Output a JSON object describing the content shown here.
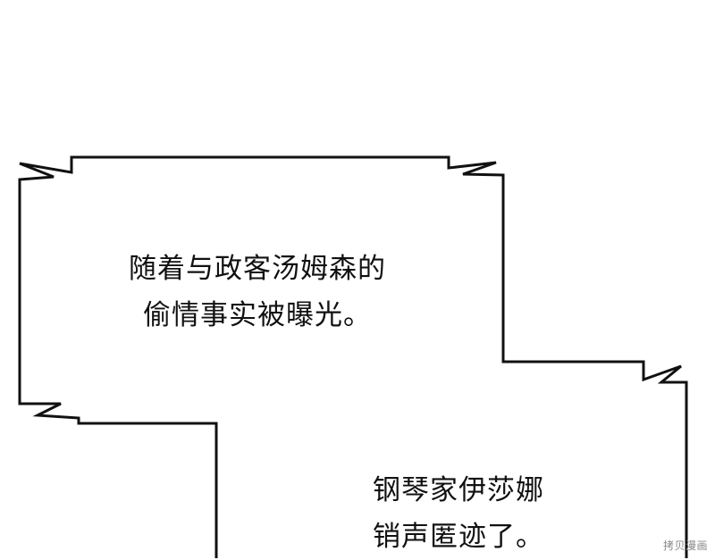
{
  "panel": {
    "caption_top": {
      "line1": "随着与政客汤姆森的",
      "line2": "偷情事实被曝光。"
    },
    "caption_bottom": {
      "line1": "钢琴家伊莎娜",
      "line2": "销声匿迹了。"
    },
    "watermark": "拷贝漫画"
  },
  "colors": {
    "background": "#ffffff",
    "outline": "#111111",
    "text": "#111111",
    "watermark": "#8a8a8a"
  }
}
